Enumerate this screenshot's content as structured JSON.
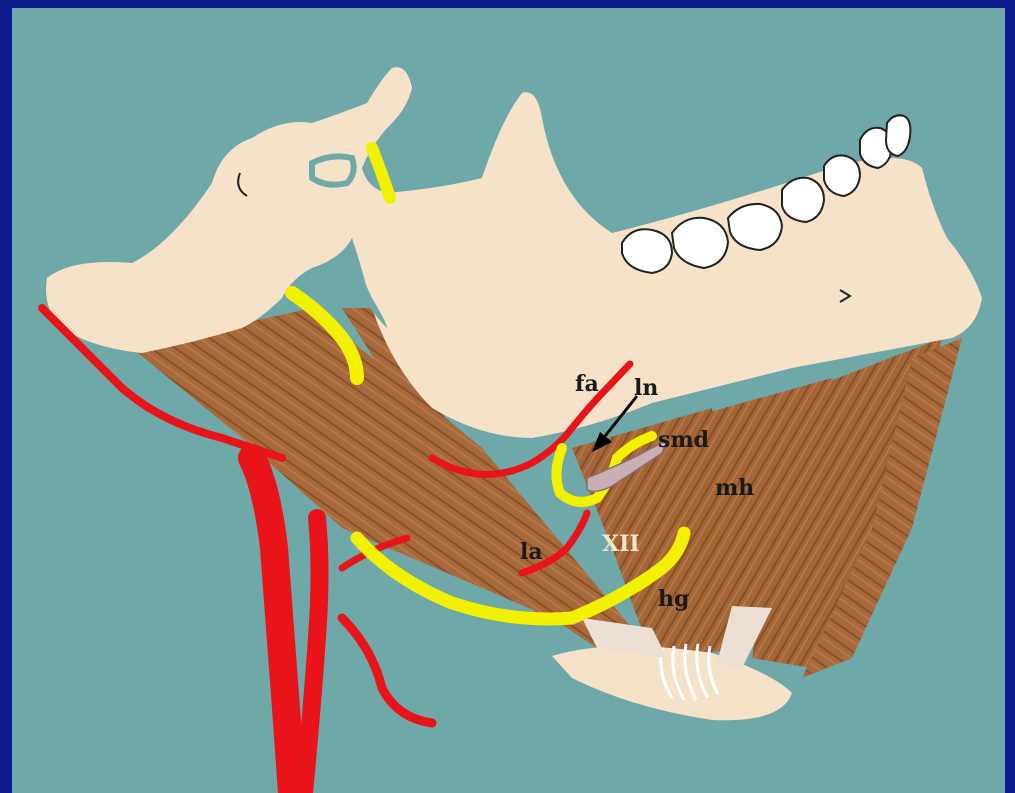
{
  "diagram": {
    "labels": {
      "fa": "fa",
      "ln": "ln",
      "smd": "smd",
      "mh": "mh",
      "la": "la",
      "xii": "XII",
      "hg": "hg"
    }
  },
  "colors": {
    "frame": "#0d1a8c",
    "background": "#6fa8a8",
    "bone": "#f5e2c8",
    "muscle": "#a86a3c",
    "artery": "#e8141a",
    "nerve": "#f2f200",
    "duct": "#c9aeb4",
    "tooth": "#ffffff",
    "label_dark": "#1a1a1a",
    "label_light": "#f5e2c8"
  }
}
